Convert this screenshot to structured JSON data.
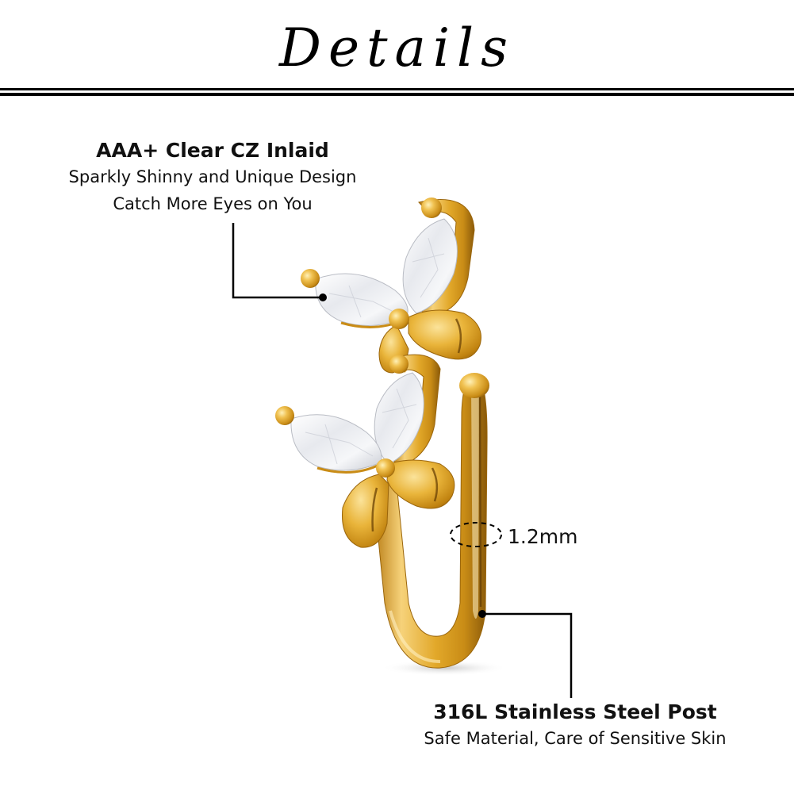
{
  "header": {
    "title": "Details"
  },
  "callouts": {
    "top": {
      "heading": "AAA+ Clear CZ Inlaid",
      "lines": [
        "Sparkly Shinny and Unique Design",
        "Catch More Eyes on You"
      ]
    },
    "bottom": {
      "heading": "316L Stainless Steel Post",
      "lines": [
        "Safe Material, Care of Sensitive Skin"
      ]
    }
  },
  "measurement": {
    "thickness_label": "1.2mm"
  },
  "product": {
    "description": "Gold-tone butterfly nose cuff with marquise clear CZ stones",
    "colors": {
      "gold_light": "#f6d27a",
      "gold_mid": "#e2a82a",
      "gold_dark": "#b77a12",
      "gold_shadow": "#8a5a0a",
      "stone": "#eef0f4",
      "stone_shade": "#c9ccd4",
      "line": "#000000"
    }
  }
}
